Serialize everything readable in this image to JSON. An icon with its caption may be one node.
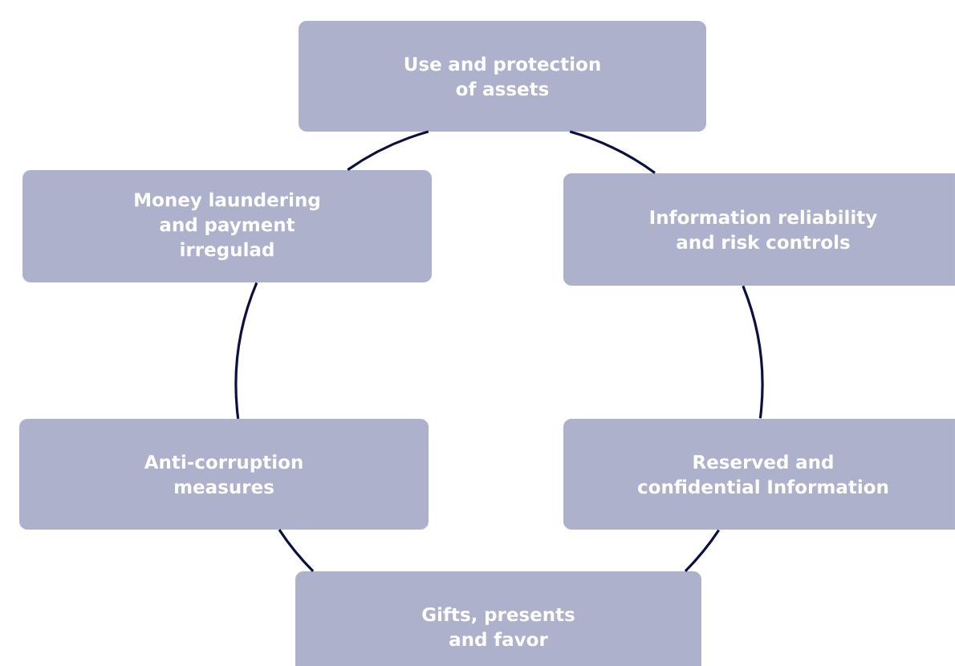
{
  "diagram": {
    "nodes": [
      {
        "text": [
          "Use and protection of assets"
        ]
      },
      {
        "text": [
          "Money laundering and payment irregulad"
        ]
      },
      {
        "text": [
          "Information reliability and risk controls"
        ]
      },
      {
        "text": [
          "Anti-corruption measures"
        ]
      },
      {
        "text": [
          "Reserved and confidential Information"
        ]
      },
      {
        "text": [
          "Gifts, presents and favor"
        ]
      }
    ],
    "edges": [
      {
        "from": 0,
        "to": 1,
        "arrow": "none"
      },
      {
        "from": 0,
        "to": 2,
        "arrow": "none"
      },
      {
        "from": 1,
        "to": 3,
        "arrow": "none"
      },
      {
        "from": 2,
        "to": 4,
        "arrow": "none"
      },
      {
        "from": 3,
        "to": 5,
        "arrow": "none"
      },
      {
        "from": 4,
        "to": 5,
        "arrow": "none"
      }
    ]
  }
}
